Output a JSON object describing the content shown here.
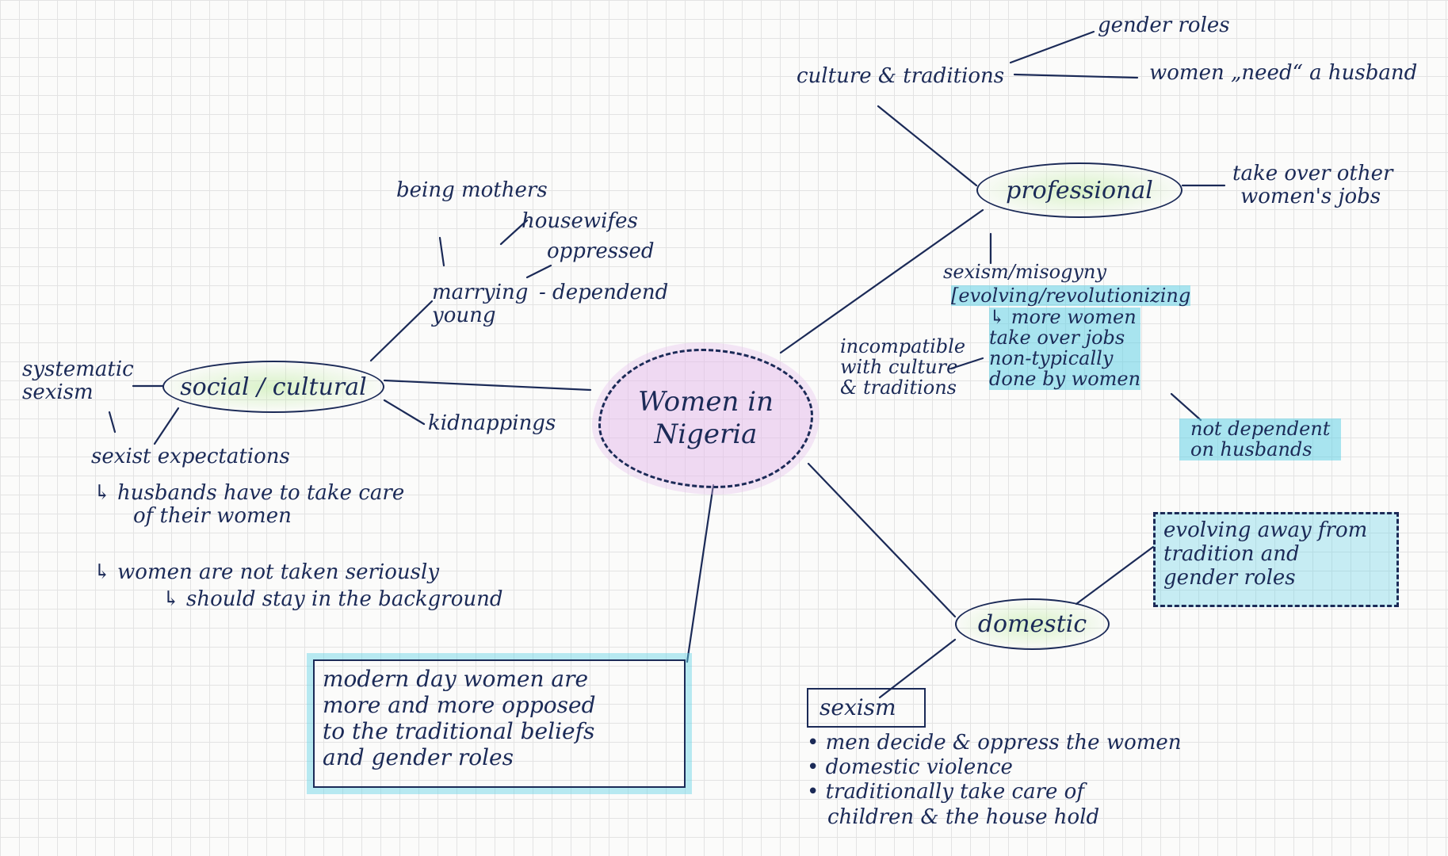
{
  "center": [
    "Women in",
    "Nigeria"
  ],
  "nodes": {
    "social": "social / cultural",
    "professional": "professional",
    "domestic": "domestic"
  },
  "social": {
    "systematic_sexism": [
      "systematic",
      "sexism"
    ],
    "being_mothers": "being mothers",
    "housewifes": "housewifes",
    "oppressed": "oppressed",
    "marrying_young": [
      "marrying",
      "young"
    ],
    "dependend": "- dependend",
    "kidnappings": "kidnappings",
    "sexist_expectations": "sexist expectations",
    "expectation_1": [
      "↳ husbands have to take care",
      "of their women"
    ],
    "expectation_2": "↳ women are not taken seriously",
    "expectation_2_sub": "↳ should stay in the background"
  },
  "modern_box": [
    "modern day women are",
    "more and more opposed",
    "to the traditional beliefs",
    "and gender roles"
  ],
  "professional": {
    "culture": "culture & traditions",
    "gender_roles": "gender roles",
    "need_husband": "women „need“ a husband",
    "take_over": [
      "take over other",
      "women's jobs"
    ],
    "sexism": "sexism/misogyny",
    "evolving": "[evolving/revolutionizing",
    "more_women": [
      "↳ more women",
      "take over jobs",
      "non-typically",
      "done by women"
    ],
    "incompatible": [
      "incompatible",
      "with culture",
      "& traditions"
    ],
    "not_dependent": [
      "not dependent",
      "on husbands"
    ]
  },
  "domestic": {
    "evolving_box": [
      "evolving away from",
      "tradition and",
      "gender roles"
    ],
    "sexism": "sexism",
    "bullets": [
      "• men decide & oppress the women",
      "• domestic violence",
      "• traditionally take care of",
      "children & the house hold"
    ]
  }
}
